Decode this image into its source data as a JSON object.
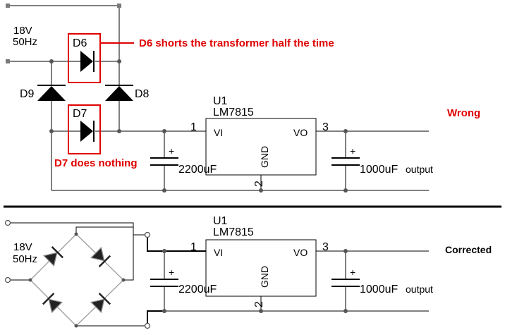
{
  "source": {
    "voltage": "18V",
    "frequency": "50Hz"
  },
  "wrong": {
    "status": "Wrong",
    "diodes": [
      "D6",
      "D7",
      "D8",
      "D9"
    ],
    "annotation_d6": "D6 shorts the transformer half the time",
    "annotation_d7": "D7 does nothing"
  },
  "corrected": {
    "status": "Corrected"
  },
  "regulator": {
    "ref": "U1",
    "part": "LM7815",
    "pin_vi": "VI",
    "pin_vo": "VO",
    "pin_gnd": "GND",
    "pin1": "1",
    "pin2": "2",
    "pin3": "3"
  },
  "caps": {
    "input": "2200uF",
    "output": "1000uF",
    "plus": "+",
    "output_label": "output"
  }
}
